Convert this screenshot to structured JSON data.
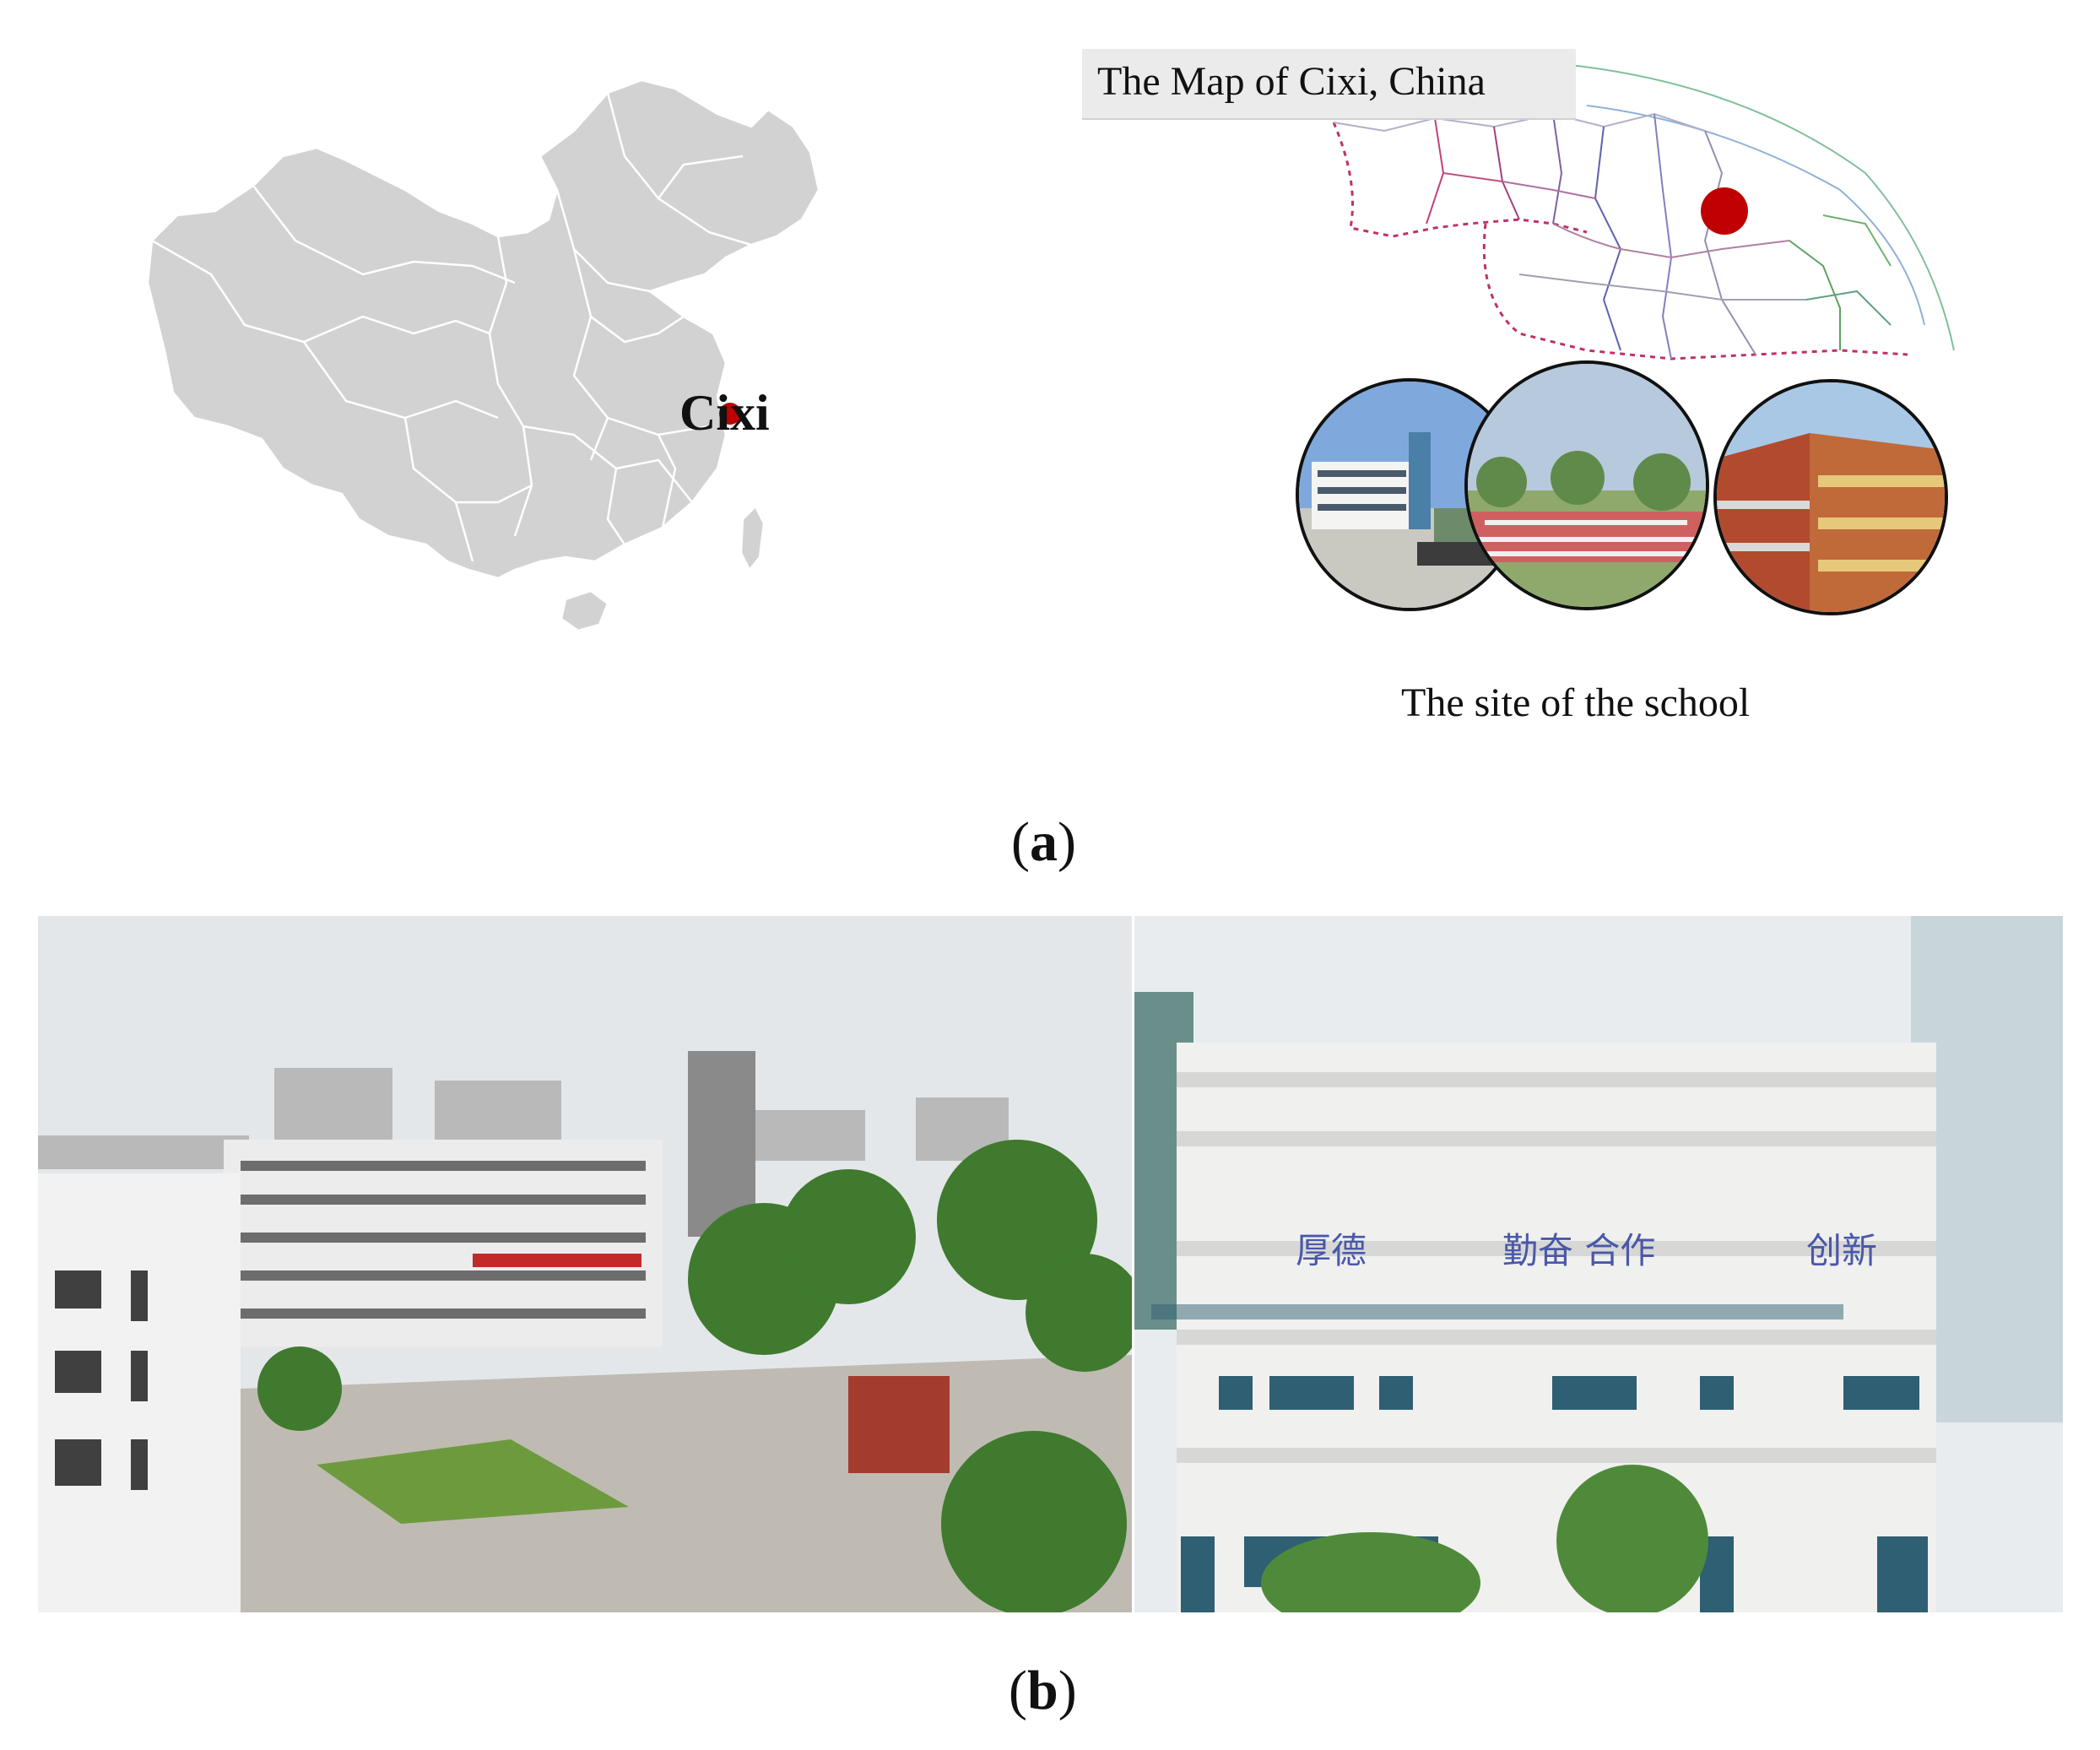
{
  "panel_a": {
    "label_letter": "a",
    "china_map": {
      "city_label": "Cixi",
      "marker_color": "#c00000",
      "fill_color": "#d2d2d2"
    },
    "city_map": {
      "title": "The Map of Cixi, China",
      "marker_color": "#c00000",
      "caption": "The site of the school"
    }
  },
  "panel_b": {
    "label_letter": "b",
    "slogan": {
      "part1": "厚德",
      "part2": "勤奋 合作",
      "part3": "创新"
    }
  }
}
